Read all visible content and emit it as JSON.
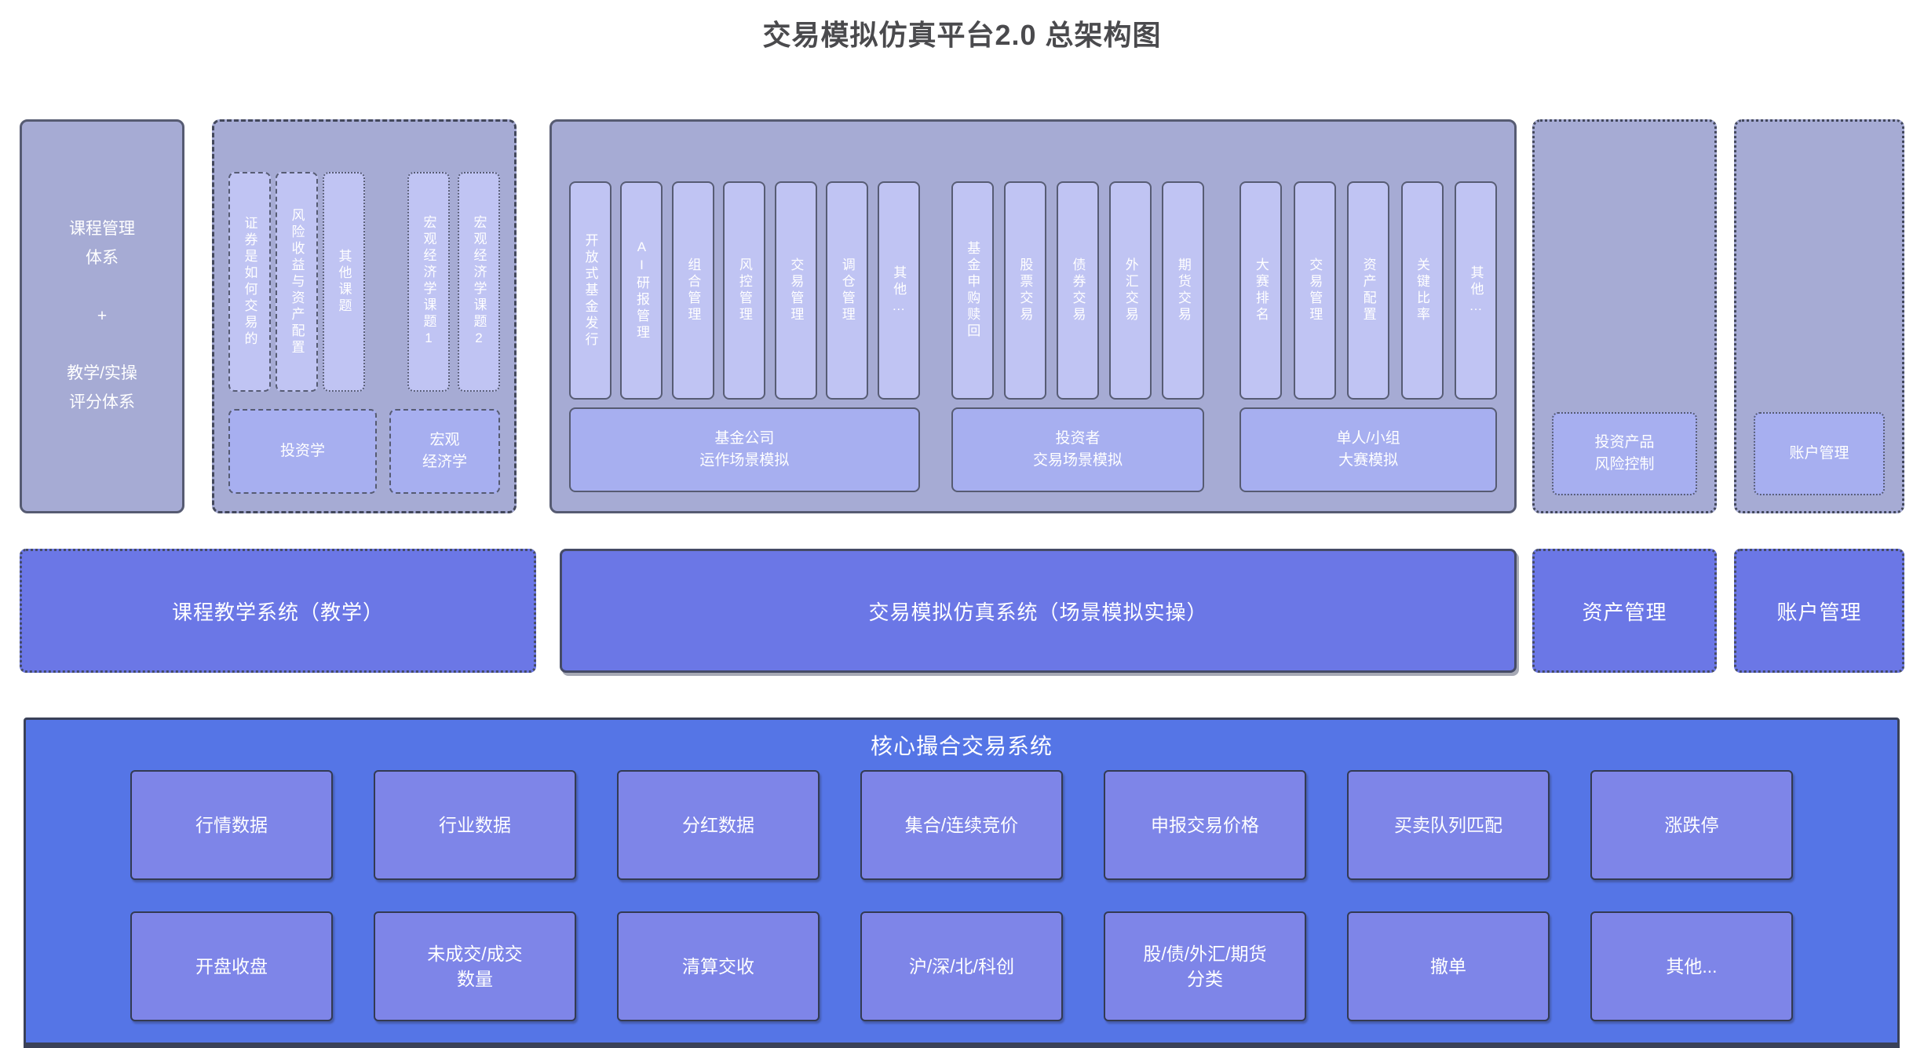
{
  "title": "交易模拟仿真平台2.0 总架构图",
  "top_row": {
    "course_block": {
      "text": "课程管理\n体系\n\n+\n\n教学/实操\n评分体系"
    },
    "teaching_block": {
      "columns": [
        "证券是如何交易的",
        "风险收益与资产配置",
        "其他课题",
        "宏观经济学课题1",
        "宏观经济学课题2"
      ],
      "bottoms": [
        "投资学",
        "宏观\n经济学"
      ]
    },
    "simulation_block": {
      "groups": [
        {
          "columns": [
            "开放式基金发行",
            "AI研报管理",
            "组合管理",
            "风控管理",
            "交易管理",
            "调仓管理",
            "其他…"
          ],
          "bottom": "基金公司\n运作场景模拟"
        },
        {
          "columns": [
            "基金申购赎回",
            "股票交易",
            "债券交易",
            "外汇交易",
            "期货交易"
          ],
          "bottom": "投资者\n交易场景模拟"
        },
        {
          "columns": [
            "大赛排名",
            "交易管理",
            "资产配置",
            "关键比率",
            "其他…"
          ],
          "bottom": "单人/小组\n大赛模拟"
        }
      ]
    },
    "risk_block": {
      "bottom": "投资产品\n风险控制"
    },
    "account_block": {
      "bottom": "账户管理"
    }
  },
  "middle_row": [
    "课程教学系统（教学）",
    "交易模拟仿真系统（场景模拟实操）",
    "资产管理",
    "账户管理"
  ],
  "core_system": {
    "title": "核心撮合交易系统",
    "rows": [
      [
        "行情数据",
        "行业数据",
        "分红数据",
        "集合/连续竞价",
        "申报交易价格",
        "买卖队列匹配",
        "涨跌停"
      ],
      [
        "开盘收盘",
        "未成交/成交\n数量",
        "清算交收",
        "沪/深/北/科创",
        "股/债/外汇/期货\n分类",
        "撤单",
        "其他..."
      ]
    ]
  },
  "colors": {
    "title_text": "#4a4a4d",
    "panel_fill": "#a6abd4",
    "panel_border": "#565b72",
    "panel_border_dark": "#43485c",
    "column_fill": "#c0c4f3",
    "column_border": "#575c74",
    "subbox_fill": "#a7aff0",
    "mid_fill": "#6b77e6",
    "mid_border": "#454b66",
    "core_fill": "#5575e6",
    "core_border": "#3a4158",
    "core_box_fill": "#7e85e8",
    "core_box_border": "#333a52",
    "text_light": "#ffffff"
  }
}
